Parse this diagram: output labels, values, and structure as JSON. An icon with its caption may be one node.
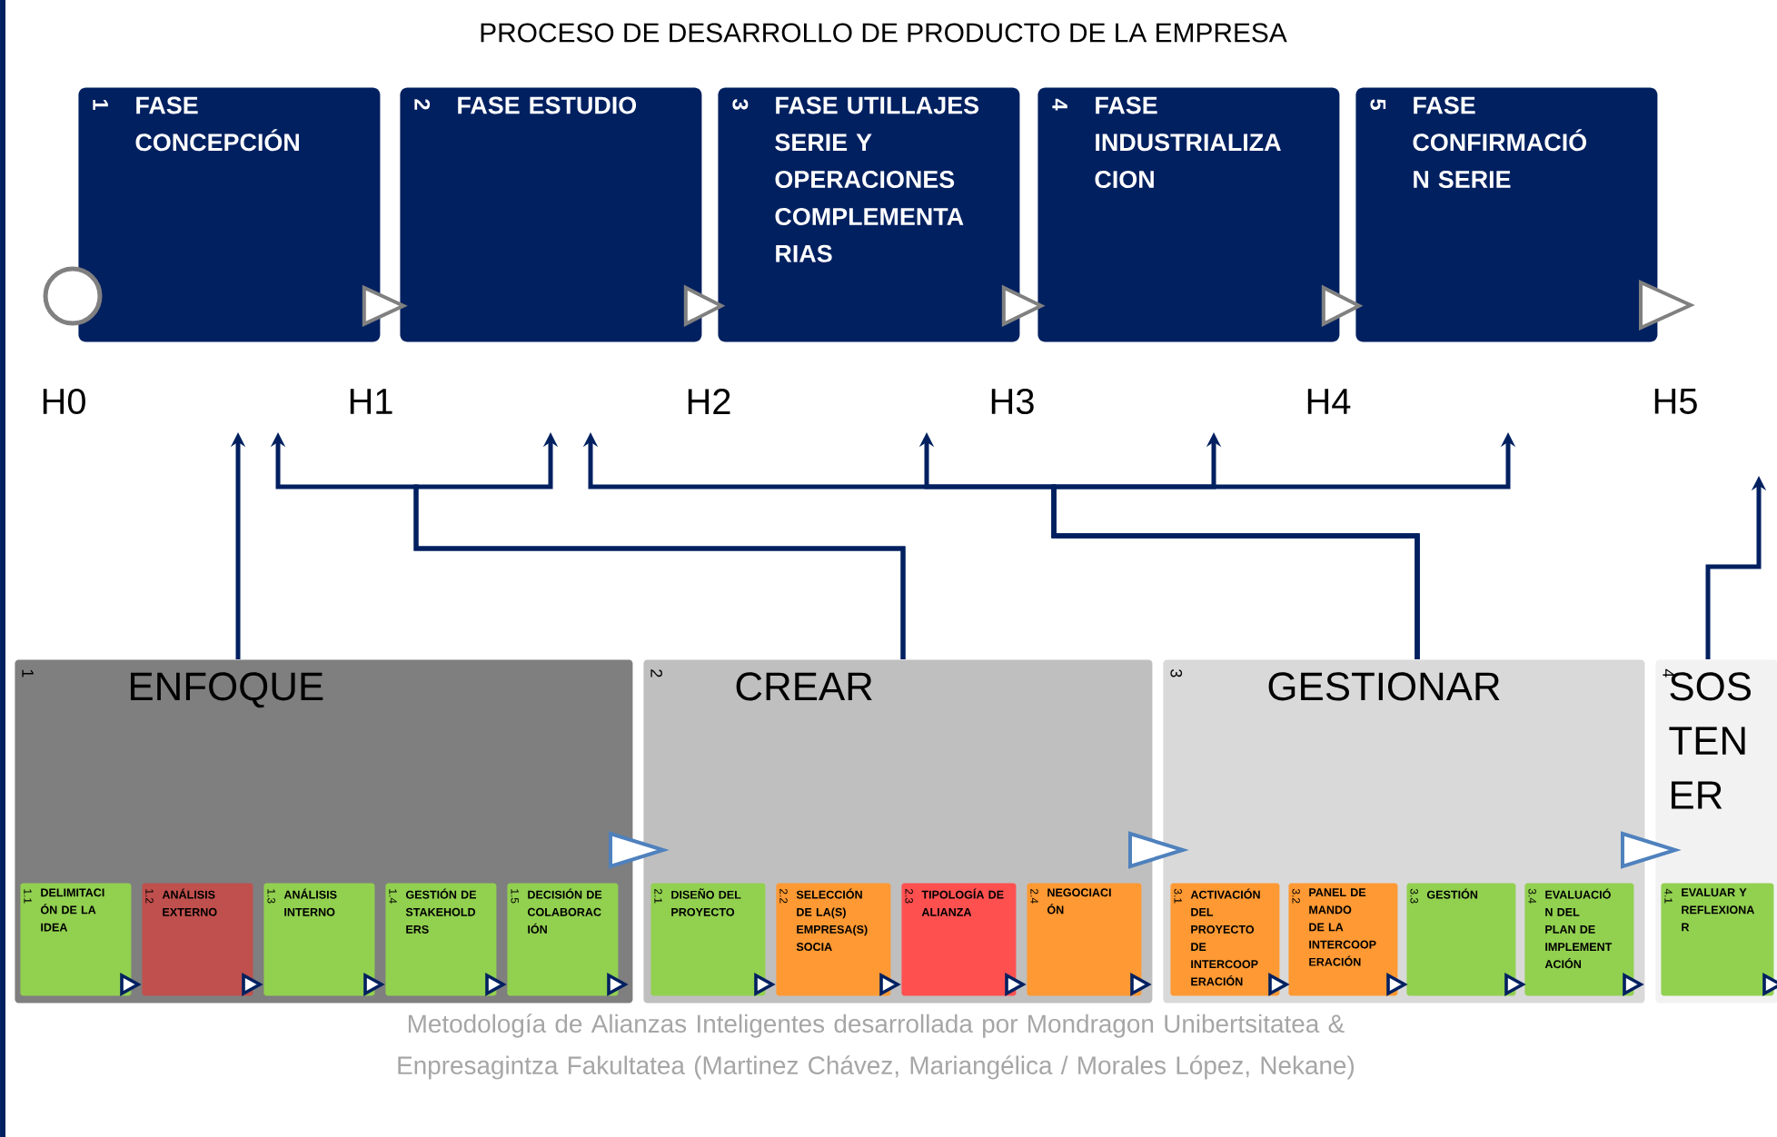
{
  "diagram": {
    "title": "PROCESO DE DESARROLLO DE PRODUCTO DE LA EMPRESA",
    "caption": "Metodología de Alianzas Inteligentes desarrollada por Mondragon Unibertsitatea & Enpresagintza Fakultatea (Martinez Chávez, Mariangélica / Morales López, Nekane)",
    "nodes": [
      {
        "text": [
          "1",
          "FASE CONCEPCIÓN"
        ]
      },
      {
        "text": [
          "2",
          "FASE ESTUDIO"
        ]
      },
      {
        "text": [
          "3",
          "FASE UTILLAJES SERIE Y OPERACIONES COMPLEMENTA RIAS"
        ]
      },
      {
        "text": [
          "4",
          "FASE INDUSTRIALIZA CION"
        ]
      },
      {
        "text": [
          "5",
          "FASE CONFIRMACIÓ N SERIE"
        ]
      },
      {
        "text": [
          "1",
          "ENFOQUE"
        ]
      },
      {
        "text": [
          "1.1",
          "DELIMITACI ÓN DE LA IDEA"
        ],
        "in": 5
      },
      {
        "text": [
          "1.2",
          "ANÁLISIS EXTERNO"
        ],
        "in": 5
      },
      {
        "text": [
          "1.3",
          "ANÁLISIS INTERNO"
        ],
        "in": 5
      },
      {
        "text": [
          "1.4",
          "GESTIÓN DE STAKEHOLD ERS"
        ],
        "in": 5
      },
      {
        "text": [
          "1.5",
          "DECISIÓN DE COLABORAC IÓN"
        ],
        "in": 5
      },
      {
        "text": [
          "2",
          "CREAR"
        ]
      },
      {
        "text": [
          "2.1",
          "DISEÑO DEL PROYECTO"
        ],
        "in": 11
      },
      {
        "text": [
          "2.2",
          "SELECCIÓN DE LA(S) EMPRESA(S) SOCIA"
        ],
        "in": 11
      },
      {
        "text": [
          "2.3",
          "TIPOLOGÍA DE ALIANZA"
        ],
        "in": 11
      },
      {
        "text": [
          "2.4",
          "NEGOCIACI ÓN"
        ],
        "in": 11
      },
      {
        "text": [
          "3",
          "GESTIONAR"
        ]
      },
      {
        "text": [
          "3.1",
          "ACTIVACIÓN DEL PROYECTO DE INTERCOOP ERACIÓN"
        ],
        "in": 16
      },
      {
        "text": [
          "3.2",
          "PANEL DE MANDO DE LA INTERCOOP ERACIÓN"
        ],
        "in": 16
      },
      {
        "text": [
          "3.3",
          "GESTIÓN"
        ],
        "in": 16
      },
      {
        "text": [
          "3.4",
          "EVALUACIÓ N DEL PLAN DE IMPLEMENT ACIÓN"
        ],
        "in": 16
      },
      {
        "text": [
          "4",
          "SOS TEN ER"
        ]
      },
      {
        "text": [
          "4.1",
          "EVALUAR Y REFLEXIONA R"
        ],
        "in": 21
      }
    ],
    "edges": [
      {
        "from": 5,
        "to": null,
        "arrow": "to"
      },
      {
        "from": 11,
        "to": null,
        "arrow": "to"
      },
      {
        "from": 11,
        "to": null,
        "arrow": "to"
      },
      {
        "from": 16,
        "to": null,
        "arrow": "to"
      },
      {
        "from": 16,
        "to": null,
        "arrow": "to"
      },
      {
        "from": 16,
        "to": null,
        "arrow": "to"
      },
      {
        "from": 16,
        "to": null,
        "arrow": "to"
      },
      {
        "from": 21,
        "to": null,
        "arrow": "to"
      },
      {
        "from": 0,
        "to": 1,
        "arrow": "to"
      },
      {
        "from": 1,
        "to": 2,
        "arrow": "to"
      },
      {
        "from": 2,
        "to": 3,
        "arrow": "to"
      },
      {
        "from": 3,
        "to": 4,
        "arrow": "to"
      }
    ],
    "labels": [
      "H0",
      "H1",
      "H2",
      "H3",
      "H4",
      "H5"
    ]
  }
}
